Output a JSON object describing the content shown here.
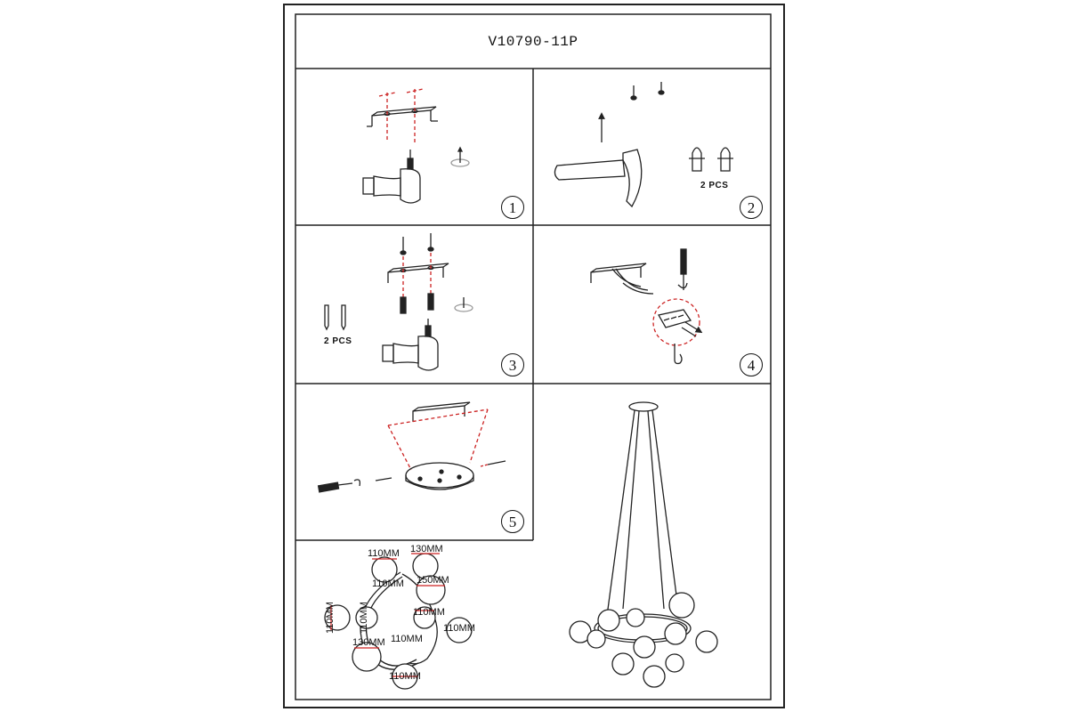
{
  "header": {
    "model_code": "V10790-11P"
  },
  "steps": [
    {
      "number": "1"
    },
    {
      "number": "2",
      "qty": "2 PCS"
    },
    {
      "number": "3",
      "qty": "2 PCS"
    },
    {
      "number": "4"
    },
    {
      "number": "5"
    }
  ],
  "dimensions": [
    "110MM",
    "130MM",
    "110MM",
    "150MM",
    "110MM",
    "110MM",
    "110MM",
    "110MM",
    "130MM",
    "110MM",
    "110MM"
  ],
  "colors": {
    "line": "#222222",
    "guide": "#cc2222",
    "dimension": "#cc2222"
  },
  "icons": [
    "drill-icon",
    "mounting-bracket-icon",
    "screw-icon",
    "wall-anchor-icon",
    "hammer-icon",
    "screwdriver-icon",
    "hook-icon",
    "terminal-block-icon",
    "ceiling-canopy-icon",
    "chandelier-icon"
  ]
}
